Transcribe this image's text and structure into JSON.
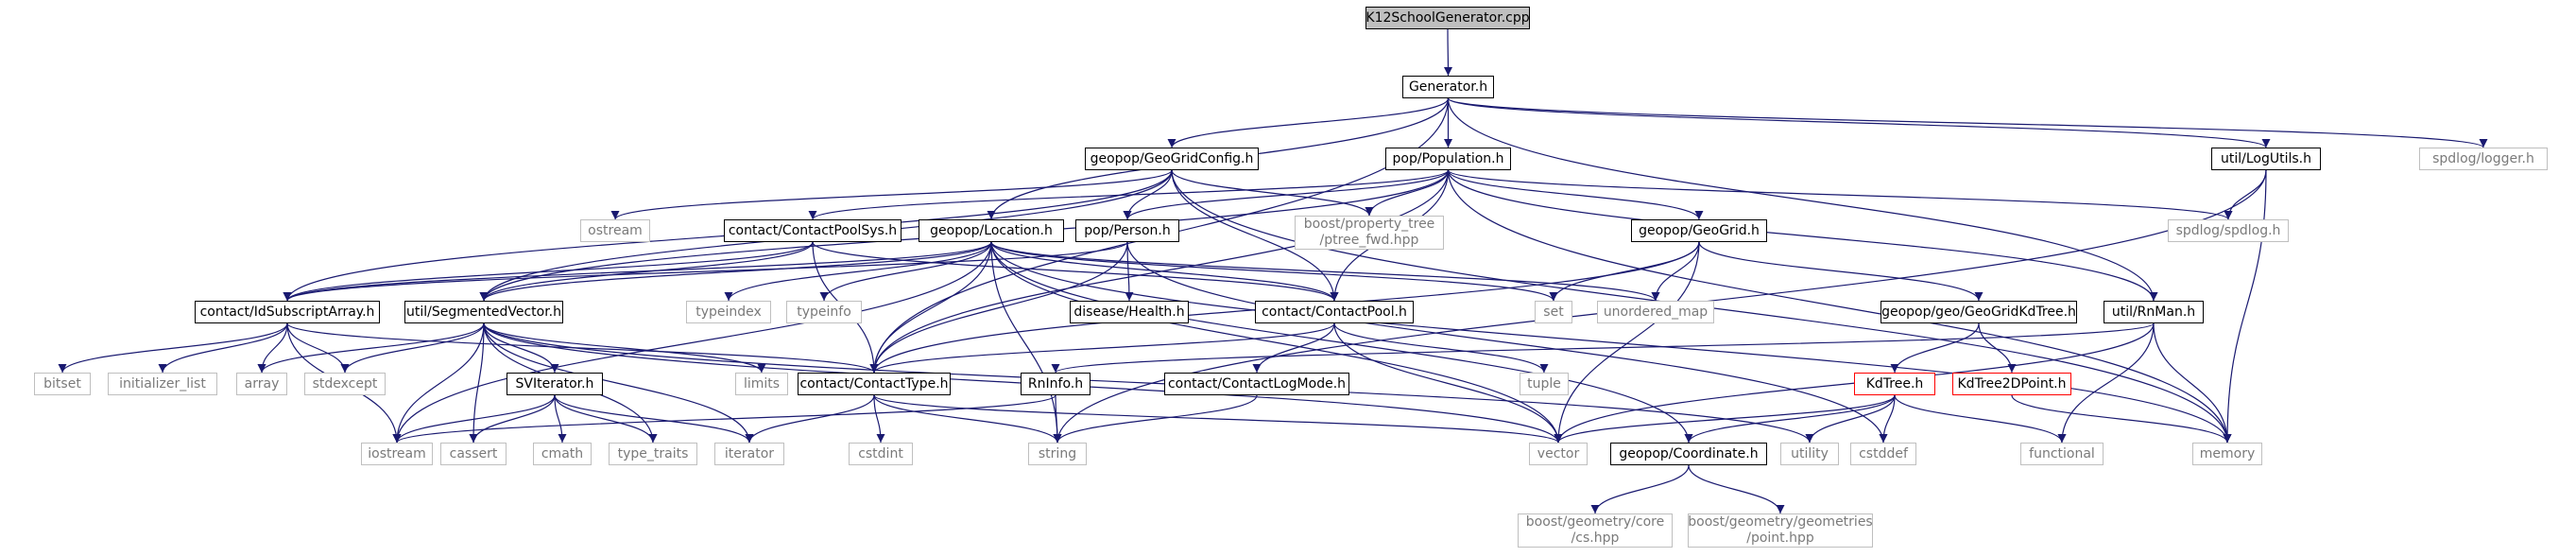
{
  "graph": {
    "colors": {
      "edge": "#191970",
      "root_fill": "#bfbfbf",
      "system_border": "#bfbfbf",
      "system_text": "#7a7a7a",
      "truncated_border": "#ff0000"
    },
    "nodes": {
      "k12": "K12SchoolGenerator.cpp",
      "generator": "Generator.h",
      "geogridconfig": "geopop/GeoGridConfig.h",
      "population": "pop/Population.h",
      "logutils": "util/LogUtils.h",
      "logger": "spdlog/logger.h",
      "ostream": "ostream",
      "contactpoolsys": "contact/ContactPoolSys.h",
      "location": "geopop/Location.h",
      "person": "pop/Person.h",
      "ptreefwd": "boost/property_tree\n/ptree_fwd.hpp",
      "geogrid": "geopop/GeoGrid.h",
      "spdlog": "spdlog/spdlog.h",
      "idsubscript": "contact/IdSubscriptArray.h",
      "segmented": "util/SegmentedVector.h",
      "typeindex": "typeindex",
      "typeinfo": "typeinfo",
      "health": "disease/Health.h",
      "contactpool": "contact/ContactPool.h",
      "set": "set",
      "unordered_map": "unordered_map",
      "kdtreegeo": "geopop/geo/GeoGridKdTree.h",
      "rnman": "util/RnMan.h",
      "bitset": "bitset",
      "initializer_list": "initializer_list",
      "array": "array",
      "stdexcept": "stdexcept",
      "sviterator": "SVIterator.h",
      "limits": "limits",
      "contacttype": "contact/ContactType.h",
      "contactlogmode": "contact/ContactLogMode.h",
      "rninfo": "RnInfo.h",
      "tuple": "tuple",
      "kdtree": "KdTree.h",
      "kdtree2d": "KdTree2DPoint.h",
      "iostream": "iostream",
      "cassert": "cassert",
      "cmath": "cmath",
      "type_traits": "type_traits",
      "iterator": "iterator",
      "cstdint": "cstdint",
      "string": "string",
      "vector": "vector",
      "coordinate": "geopop/Coordinate.h",
      "utility": "utility",
      "cstddef": "cstddef",
      "functional": "functional",
      "memory": "memory",
      "cs": "boost/geometry/core\n/cs.hpp",
      "point": "boost/geometry/geometries\n/point.hpp"
    },
    "edges": [
      [
        "k12",
        "generator"
      ],
      [
        "generator",
        "geogridconfig"
      ],
      [
        "generator",
        "population"
      ],
      [
        "generator",
        "logutils"
      ],
      [
        "generator",
        "logger"
      ],
      [
        "generator",
        "location"
      ],
      [
        "generator",
        "rnman"
      ],
      [
        "generator",
        "contacttype"
      ],
      [
        "geogridconfig",
        "ostream"
      ],
      [
        "geogridconfig",
        "person"
      ],
      [
        "geogridconfig",
        "ptreefwd"
      ],
      [
        "geogridconfig",
        "contactpool"
      ],
      [
        "geogridconfig",
        "idsubscript"
      ],
      [
        "geogridconfig",
        "segmented"
      ],
      [
        "geogridconfig",
        "memory"
      ],
      [
        "population",
        "contactpoolsys"
      ],
      [
        "population",
        "person"
      ],
      [
        "population",
        "ptreefwd"
      ],
      [
        "population",
        "geogrid"
      ],
      [
        "population",
        "spdlog"
      ],
      [
        "population",
        "rnman"
      ],
      [
        "population",
        "contactpool"
      ],
      [
        "population",
        "contacttype"
      ],
      [
        "population",
        "segmented"
      ],
      [
        "population",
        "memory"
      ],
      [
        "logutils",
        "spdlog"
      ],
      [
        "logutils",
        "memory"
      ],
      [
        "logutils",
        "string"
      ],
      [
        "contactpoolsys",
        "idsubscript"
      ],
      [
        "contactpoolsys",
        "contactpool"
      ],
      [
        "contactpoolsys",
        "contacttype"
      ],
      [
        "contactpoolsys",
        "segmented"
      ],
      [
        "location",
        "contactpool"
      ],
      [
        "location",
        "idsubscript"
      ],
      [
        "location",
        "segmented"
      ],
      [
        "location",
        "typeindex"
      ],
      [
        "location",
        "typeinfo"
      ],
      [
        "location",
        "set"
      ],
      [
        "location",
        "unordered_map"
      ],
      [
        "location",
        "coordinate"
      ],
      [
        "location",
        "contacttype"
      ],
      [
        "location",
        "string"
      ],
      [
        "location",
        "vector"
      ],
      [
        "location",
        "iostream"
      ],
      [
        "location",
        "memory"
      ],
      [
        "person",
        "health"
      ],
      [
        "person",
        "contacttype"
      ],
      [
        "person",
        "idsubscript"
      ],
      [
        "person",
        "cstddef"
      ],
      [
        "geogrid",
        "set"
      ],
      [
        "geogrid",
        "unordered_map"
      ],
      [
        "geogrid",
        "kdtreegeo"
      ],
      [
        "geogrid",
        "vector"
      ],
      [
        "geogrid",
        "contacttype"
      ],
      [
        "kdtreegeo",
        "kdtree"
      ],
      [
        "kdtreegeo",
        "kdtree2d"
      ],
      [
        "contactpool",
        "contacttype"
      ],
      [
        "contactpool",
        "contactlogmode"
      ],
      [
        "contactpool",
        "tuple"
      ],
      [
        "contactpool",
        "vector"
      ],
      [
        "idsubscript",
        "bitset"
      ],
      [
        "idsubscript",
        "initializer_list"
      ],
      [
        "idsubscript",
        "array"
      ],
      [
        "idsubscript",
        "stdexcept"
      ],
      [
        "idsubscript",
        "iostream"
      ],
      [
        "idsubscript",
        "contacttype"
      ],
      [
        "segmented",
        "array"
      ],
      [
        "segmented",
        "stdexcept"
      ],
      [
        "segmented",
        "sviterator"
      ],
      [
        "segmented",
        "limits"
      ],
      [
        "segmented",
        "iostream"
      ],
      [
        "segmented",
        "cassert"
      ],
      [
        "segmented",
        "type_traits"
      ],
      [
        "segmented",
        "iterator"
      ],
      [
        "segmented",
        "utility"
      ],
      [
        "segmented",
        "vector"
      ],
      [
        "sviterator",
        "iostream"
      ],
      [
        "sviterator",
        "cassert"
      ],
      [
        "sviterator",
        "cmath"
      ],
      [
        "sviterator",
        "type_traits"
      ],
      [
        "sviterator",
        "iterator"
      ],
      [
        "contacttype",
        "iterator"
      ],
      [
        "contacttype",
        "cstdint"
      ],
      [
        "contacttype",
        "string"
      ],
      [
        "contacttype",
        "vector"
      ],
      [
        "contactlogmode",
        "string"
      ],
      [
        "rnman",
        "rninfo"
      ],
      [
        "rnman",
        "functional"
      ],
      [
        "rnman",
        "memory"
      ],
      [
        "rnman",
        "vector"
      ],
      [
        "rninfo",
        "iostream"
      ],
      [
        "rninfo",
        "string"
      ],
      [
        "kdtree",
        "coordinate"
      ],
      [
        "kdtree",
        "utility"
      ],
      [
        "kdtree",
        "cstddef"
      ],
      [
        "kdtree",
        "functional"
      ],
      [
        "kdtree",
        "vector"
      ],
      [
        "kdtree2d",
        "memory"
      ],
      [
        "coordinate",
        "cs"
      ],
      [
        "coordinate",
        "point"
      ]
    ]
  }
}
